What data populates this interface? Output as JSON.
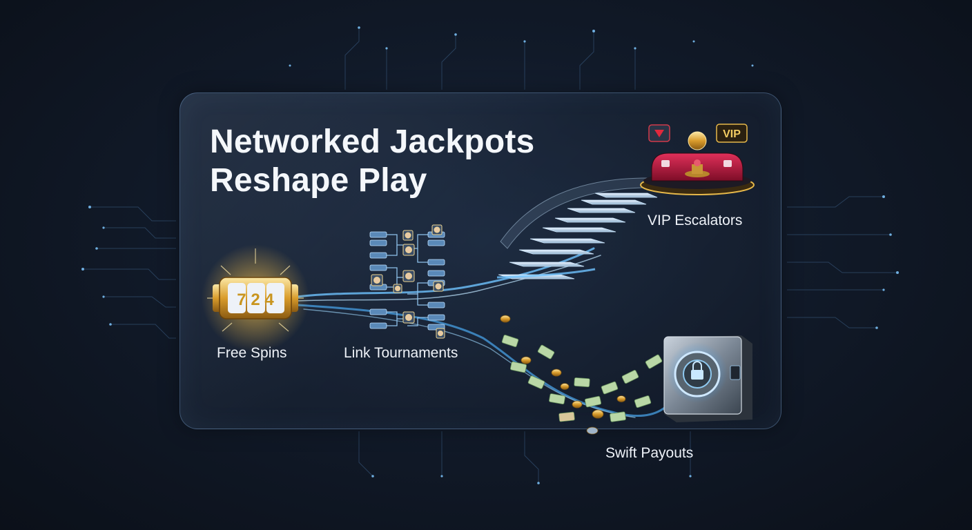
{
  "headline": {
    "line1": "Networked Jackpots",
    "line2": "Reshape Play"
  },
  "stages": {
    "free_spins": "Free Spins",
    "link_tournaments": "Link Tournaments",
    "vip_escalators": "VIP Escalators",
    "swift_payouts": "Swift Payouts"
  },
  "slot_reel_digits": "7 2 4",
  "vip_badge": "VIP",
  "colors": {
    "background": "#0f1724",
    "glow": "#6fc3ff",
    "gold": "#e6b84a",
    "sofa": "#b3153a"
  },
  "icons": [
    "slot-reel-icon",
    "tournament-bracket-icon",
    "vip-lounge-icon",
    "vault-safe-icon",
    "cash-note-icon",
    "coin-icon"
  ]
}
